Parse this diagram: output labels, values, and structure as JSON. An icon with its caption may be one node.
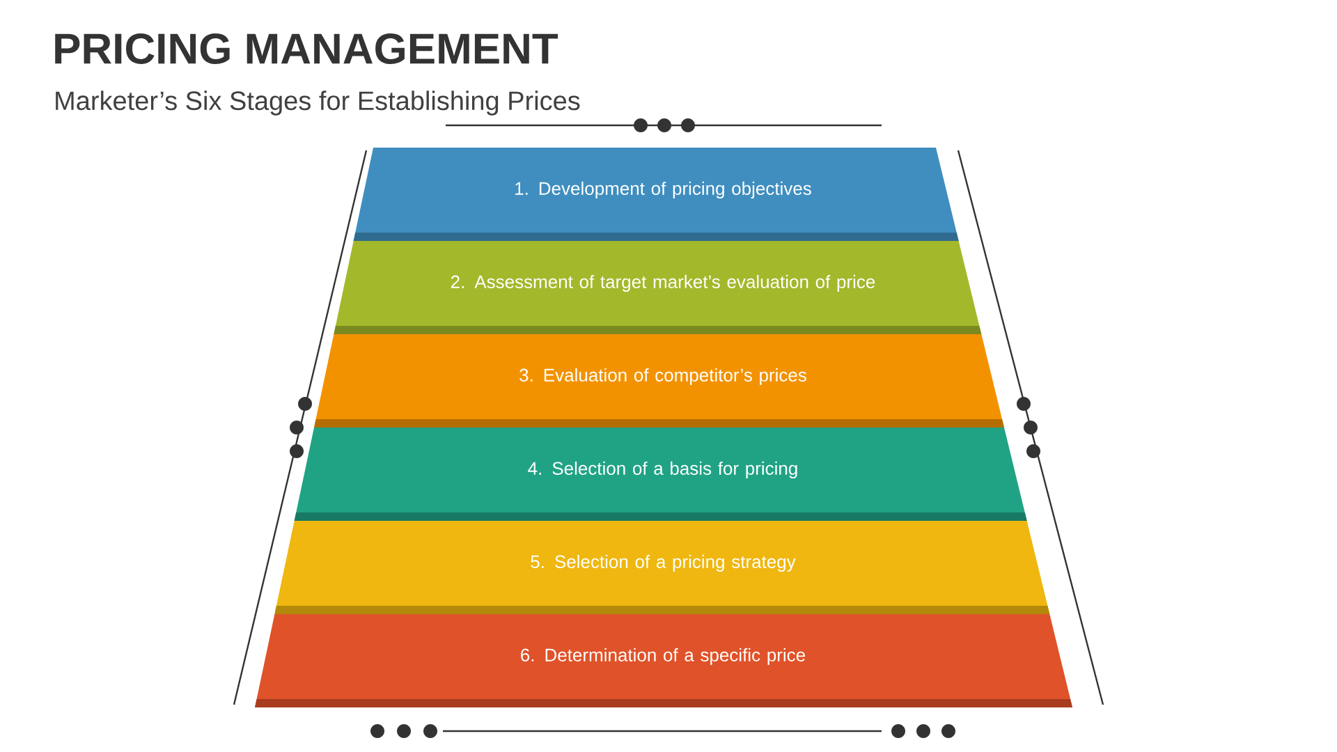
{
  "diagram": {
    "title": "PRICING MANAGEMENT",
    "nodes": [
      {
        "text": [
          "1. Development of pricing objectives"
        ]
      },
      {
        "text": [
          "2. Assessment of target market’s evaluation of price"
        ]
      },
      {
        "text": [
          "3. Evaluation of competitor’s prices"
        ]
      },
      {
        "text": [
          "4. Selection of a basis for pricing"
        ]
      },
      {
        "text": [
          "5. Selection of a pricing strategy"
        ]
      },
      {
        "text": [
          "6. Determination of a specific price"
        ]
      }
    ],
    "labels": [
      "Marketer’s Six Stages for Establishing Prices"
    ]
  }
}
